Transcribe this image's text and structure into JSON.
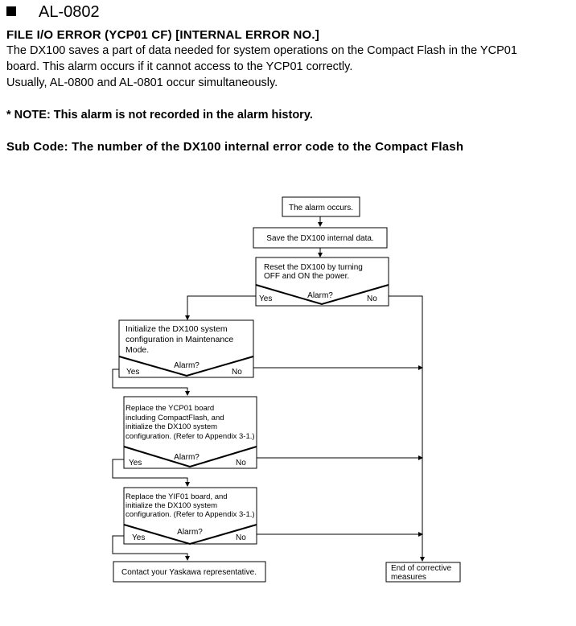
{
  "alarm": {
    "code": "AL-0802",
    "title": "FILE I/O ERROR (YCP01 CF) [INTERNAL ERROR NO.]",
    "description_lines": [
      "The DX100 saves a part of data needed for system operations on the Compact Flash in the YCP01",
      "board. This alarm occurs if it cannot access to the YCP01 correctly.",
      "Usually, AL-0800 and AL-0801 occur simultaneously."
    ],
    "note": "* NOTE: This alarm is not recorded in the alarm history.",
    "sub_code": "Sub Code: The number of the DX100 internal error code to the Compact Flash"
  },
  "flowchart": {
    "start": "The alarm occurs.",
    "save": "Save the DX100 internal data.",
    "reset": [
      "Reset the DX100 by turning",
      "OFF and ON the power."
    ],
    "init": [
      "Initialize the DX100 system",
      "configuration in Maintenance",
      "Mode."
    ],
    "replace_ycp": [
      "Replace the YCP01 board",
      "including CompactFlash, and",
      "initialize the DX100 system",
      "configuration. (Refer to Appendix 3-1.)"
    ],
    "replace_yif": [
      "Replace the YIF01 board, and",
      "initialize the DX100 system",
      "configuration. (Refer to Appendix 3-1.)"
    ],
    "contact": "Contact your Yaskawa representative.",
    "end": [
      "End of corrective",
      "measures"
    ],
    "decision_label": "Alarm?",
    "yes": "Yes",
    "no": "No"
  }
}
